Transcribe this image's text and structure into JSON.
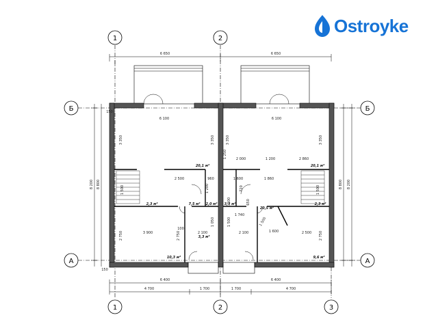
{
  "brand": {
    "name": "Ostroyke",
    "color": "#1673d6",
    "icon": "ostroyke-drop-logo"
  },
  "axes": {
    "top": [
      "1",
      "2"
    ],
    "bottom": [
      "1",
      "2",
      "3"
    ],
    "left": [
      "Б",
      "А"
    ],
    "right": [
      "Б",
      "А"
    ]
  },
  "dimensions": {
    "top_left": "6 650",
    "top_right": "6 650",
    "left_outer": "8 200",
    "left_inner": "8 800",
    "right_inner": "8 800",
    "right_outer": "8 200",
    "bottom_left_total": "6 400",
    "bottom_right_total": "6 400",
    "bottom_seg_1": "4 700",
    "bottom_seg_2": "1 700",
    "bottom_seg_3": "1 700",
    "bottom_seg_4": "4 700",
    "side_tick_top": "150",
    "side_tick_bottom": "150",
    "inner": [
      "6 100",
      "6 100",
      "3 350",
      "3 350",
      "3 350",
      "3 350",
      "2 500",
      "960",
      "1 600",
      "1 860",
      "2 000",
      "1 200",
      "2 860",
      "3 900",
      "2 100",
      "2 100",
      "2 500",
      "1 740",
      "1 600",
      "1 500",
      "1 500",
      "2 750",
      "2 750",
      "1 250",
      "1 500",
      "1 050",
      "1 200",
      "720",
      "650",
      "1 500",
      "2 750",
      "1 500",
      "100"
    ]
  },
  "areas": [
    "20,1 м²",
    "20,1 м²",
    "2,3 м²",
    "7,5 м²",
    "2,0 м²",
    "3,3 м²",
    "20,5 м²",
    "2,3 м²",
    "10,3 м²",
    "3,3 м²",
    "9,6 м²"
  ]
}
